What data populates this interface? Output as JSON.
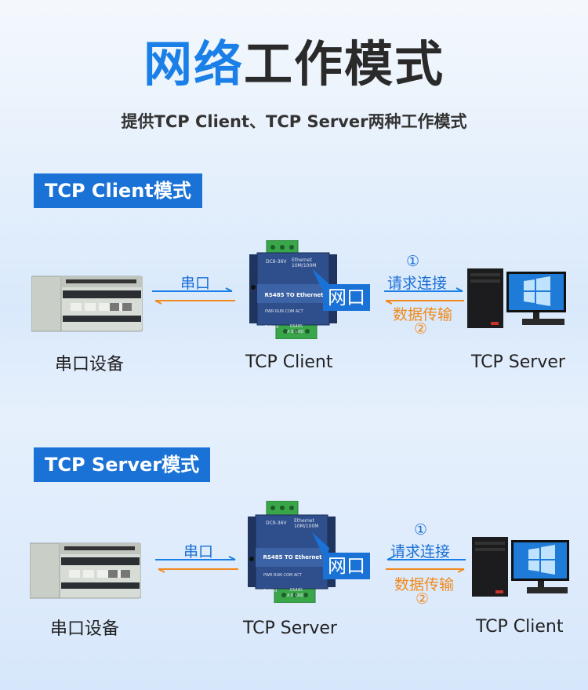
{
  "title": {
    "highlight": "网络",
    "rest": "工作模式"
  },
  "subtitle": "提供TCP Client、TCP Server两种工作模式",
  "device_text": {
    "top": "DC9-36V",
    "eth": "Ethernet 10M/100M",
    "band": "RS485 TO Ethernet",
    "leds": "PWR  RUN  COM  ACT",
    "reload": "Reload",
    "rs485": "RS485",
    "pins": "A  B  GND"
  },
  "sections": [
    {
      "tag": "TCP Client模式",
      "serial_label": "串口",
      "left_label": "串口设备",
      "center_label": "TCP Client",
      "port_label": "网口",
      "circle1": "①",
      "connect_label": "请求连接",
      "transfer_label": "数据传输",
      "circle2": "②",
      "right_label": "TCP Server"
    },
    {
      "tag": "TCP Server模式",
      "serial_label": "串口",
      "left_label": "串口设备",
      "center_label": "TCP Server",
      "port_label": "网口",
      "circle1": "①",
      "connect_label": "请求连接",
      "transfer_label": "数据传输",
      "circle2": "②",
      "right_label": "TCP Client"
    }
  ],
  "colors": {
    "blue": "#1a7fe6",
    "orange": "#f08a1e",
    "tag_bg": "#1a72d6",
    "device": "#2f4e8c"
  }
}
